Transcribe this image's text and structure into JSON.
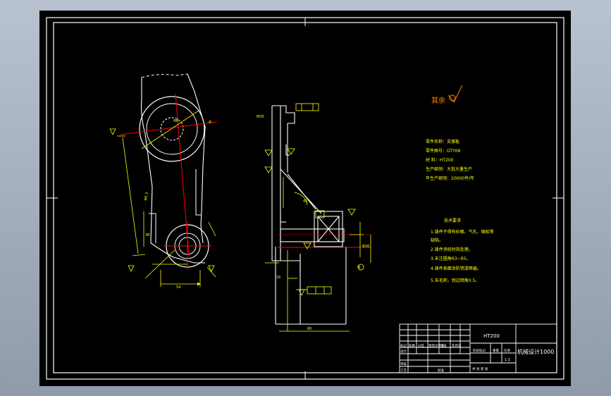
{
  "app": {
    "colors": {
      "background": "#000000",
      "frame": "#ffffff",
      "geometry": "#ffffff",
      "dimension": "#ffff00",
      "centerline": "#ff0000",
      "annotation": "#ff8800",
      "title_block": "#ffffff",
      "desktop": "#a6b0bf"
    }
  },
  "drawing": {
    "material": "HT200",
    "part_title": "机械设计1000",
    "scale": "1:1",
    "roughness_note": "其余",
    "datum_label": "B",
    "spec_lines": [
      "零件名称：支撑板",
      "零件图号：GTY06",
      "材    料：HT200",
      "生产纲领：大批大量生产",
      "年生产纲领：20000件/年"
    ],
    "tech_req_title": "技术要求",
    "tech_req_lines": [
      "1.铸件不得有砂眼、气孔、缩松等",
      "缺陷。",
      "2.铸件须经时效处理。",
      "3.未注圆角R3~R5。",
      "4.铸件表面涂防锈漆两遍。",
      "5.去毛刺，锐边倒角0.5。"
    ],
    "title_block": {
      "header_cells": [
        "标记",
        "处数",
        "分区",
        "更改文件号",
        "签名",
        "年月日"
      ],
      "design_label": "设计",
      "check_label": "审核",
      "craft_label": "工艺",
      "approve_label": "批准",
      "stage_label": "阶段标记",
      "weight_label": "重量",
      "ratio_label": "比例",
      "sheet_label": "共  张  第  张"
    }
  }
}
